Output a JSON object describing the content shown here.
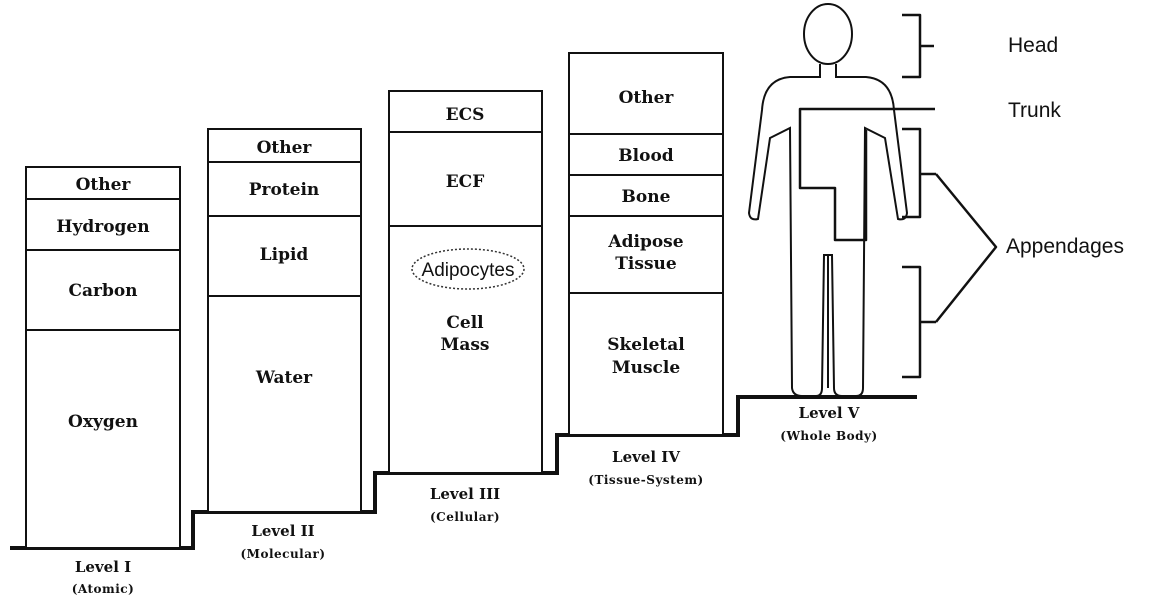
{
  "columns": [
    {
      "level": "Level I",
      "sub": "(Atomic)",
      "segments": [
        {
          "label": [
            "Other"
          ]
        },
        {
          "label": [
            "Hydrogen"
          ]
        },
        {
          "label": [
            "Carbon"
          ]
        },
        {
          "label": [
            "Oxygen"
          ]
        }
      ]
    },
    {
      "level": "Level II",
      "sub": "(Molecular)",
      "segments": [
        {
          "label": [
            "Other"
          ]
        },
        {
          "label": [
            "Protein"
          ]
        },
        {
          "label": [
            "Lipid"
          ]
        },
        {
          "label": [
            "Water"
          ]
        }
      ]
    },
    {
      "level": "Level III",
      "sub": "(Cellular)",
      "segments": [
        {
          "label": [
            "ECS"
          ]
        },
        {
          "label": [
            "ECF"
          ]
        },
        {
          "label": [
            "Cell",
            "Mass"
          ],
          "note": "Adipocytes"
        }
      ]
    },
    {
      "level": "Level IV",
      "sub": "(Tissue-System)",
      "segments": [
        {
          "label": [
            "Other"
          ]
        },
        {
          "label": [
            "Blood"
          ]
        },
        {
          "label": [
            "Bone"
          ]
        },
        {
          "label": [
            "Adipose",
            "Tissue"
          ]
        },
        {
          "label": [
            "Skeletal",
            "Muscle"
          ]
        }
      ]
    }
  ],
  "whole_body": {
    "level": "Level V",
    "sub": "(Whole Body)",
    "regions": {
      "head": "Head",
      "trunk": "Trunk",
      "appendages": "Appendages"
    }
  }
}
